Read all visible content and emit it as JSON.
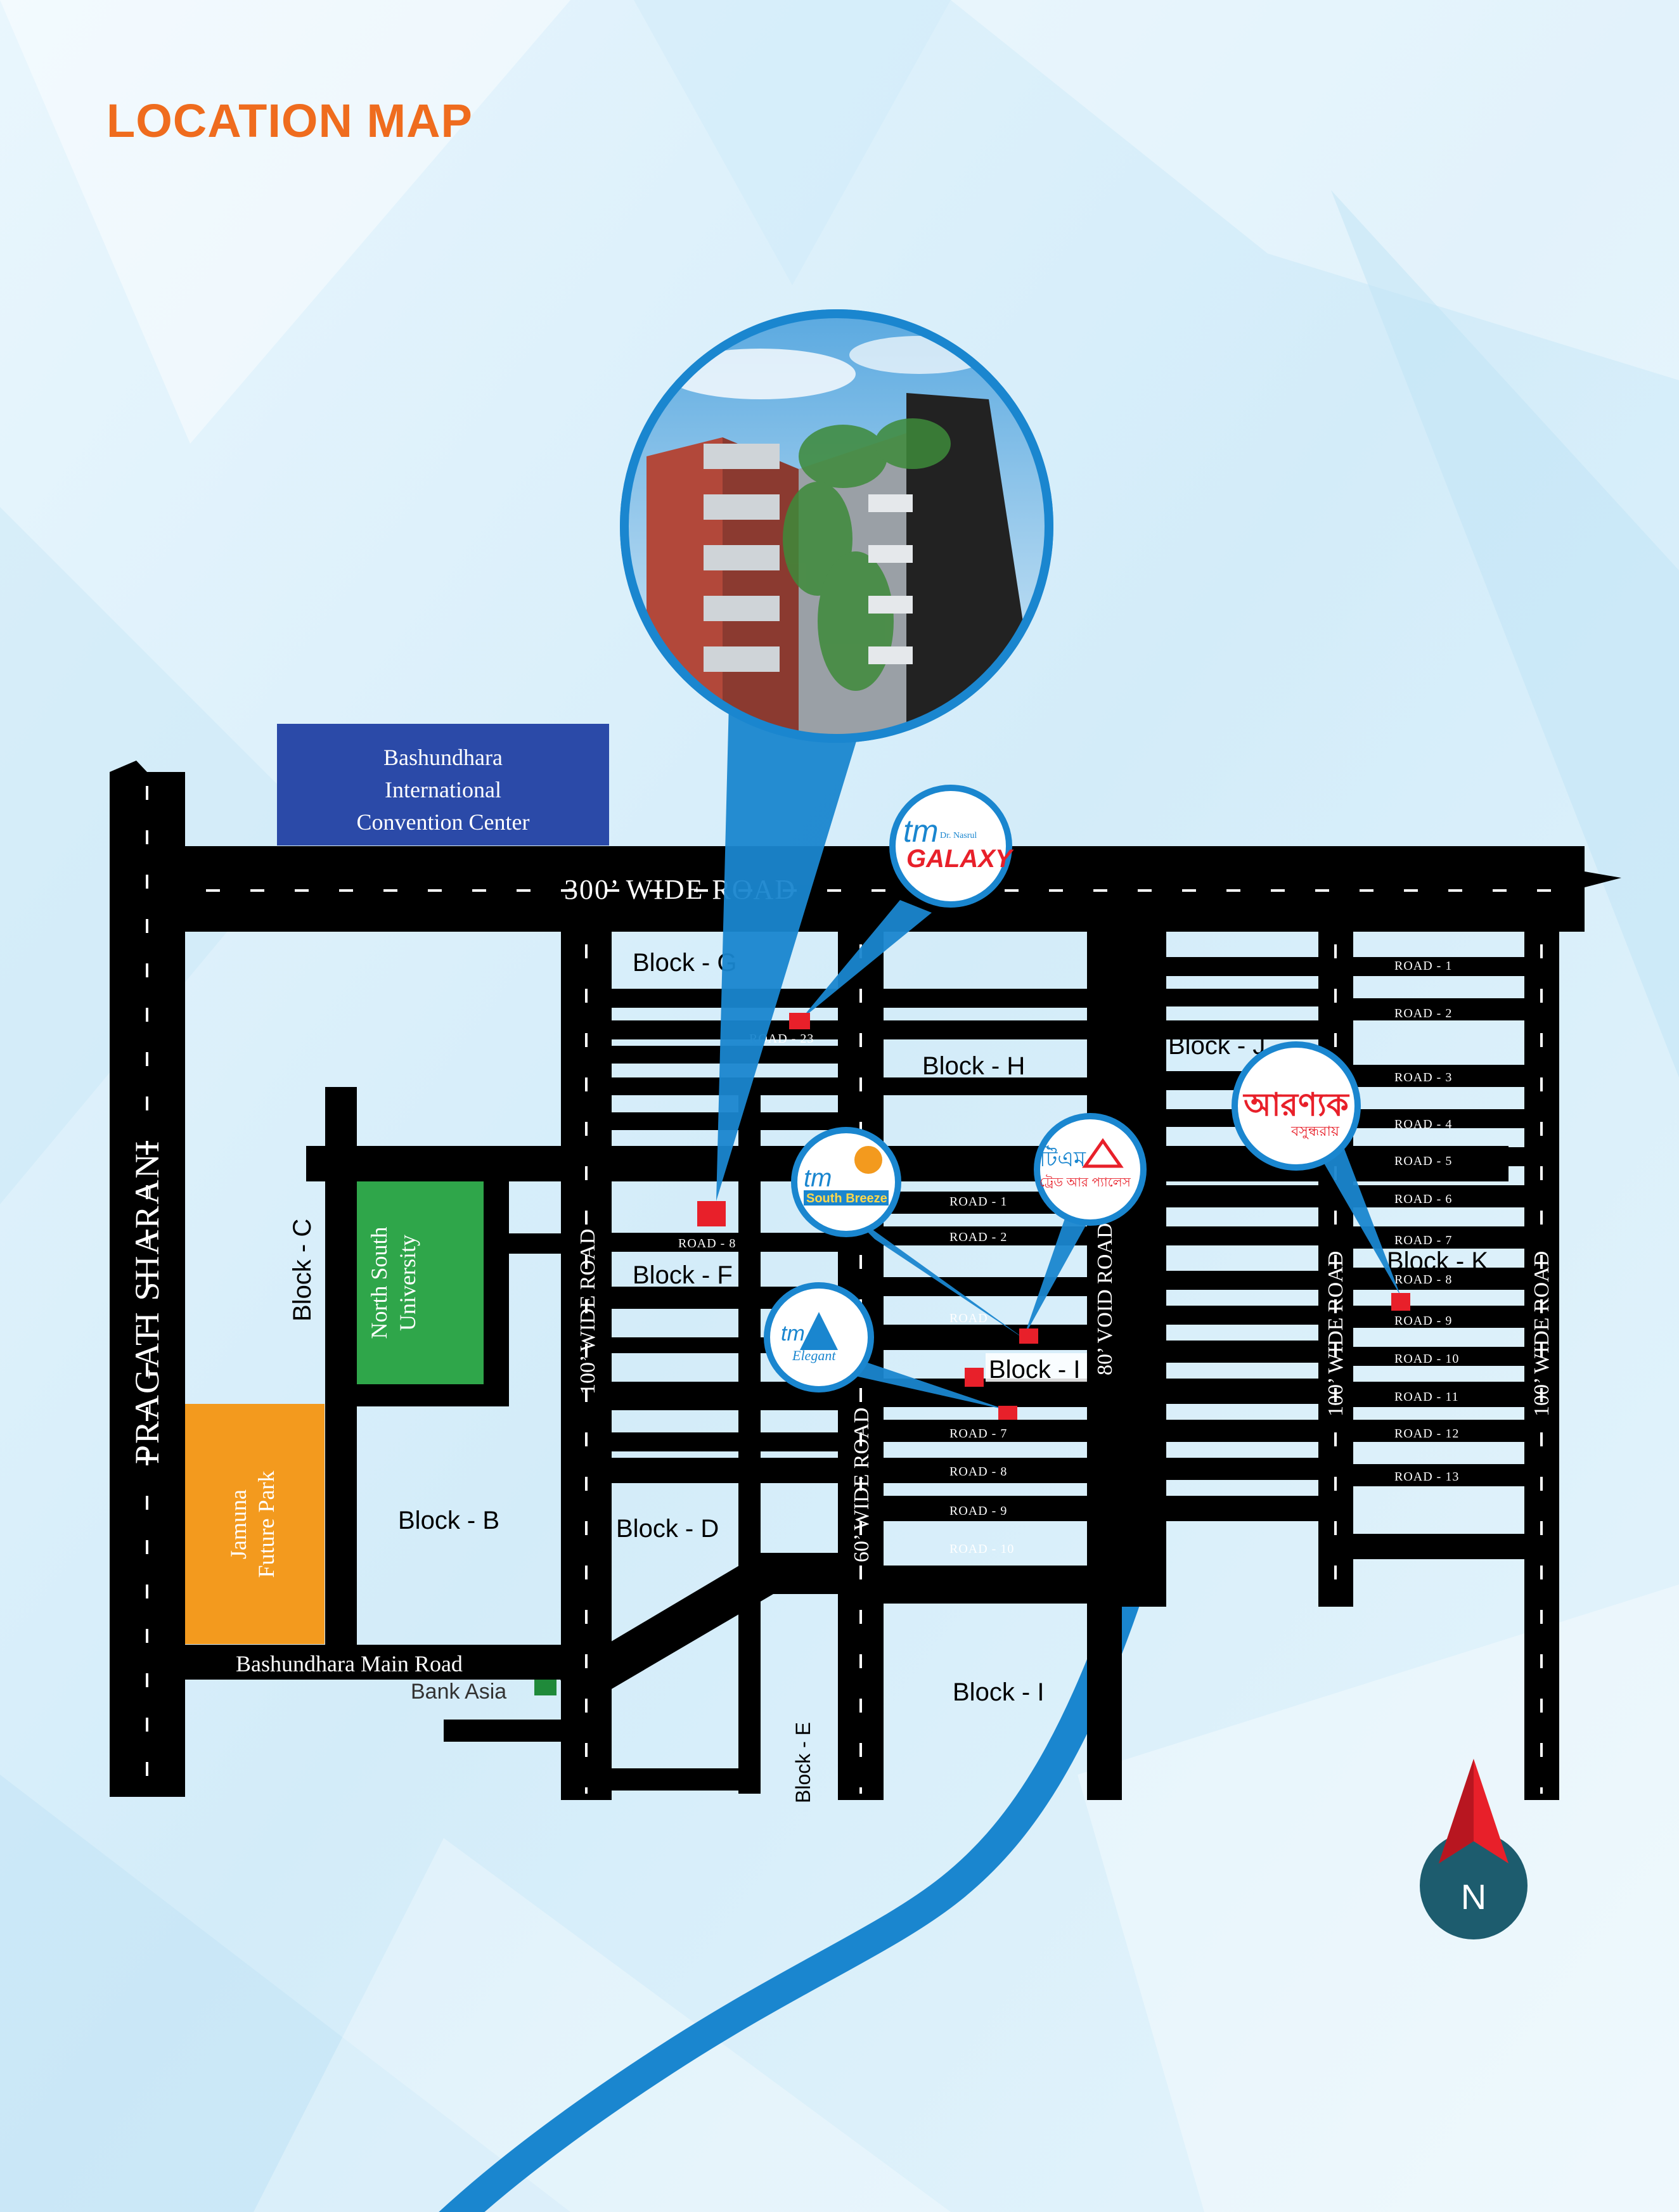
{
  "page": {
    "title": "LOCATION MAP"
  },
  "colors": {
    "title": "#ef6c1e",
    "road": "#000000",
    "accent_blue": "#1a86cf",
    "river": "#1a86cf",
    "marker": "#e8202a",
    "convention_center": "#2b4aa8",
    "north_south_university": "#2fa64a",
    "jamuna_future_park": "#f39a1e",
    "bank_asia": "#1f8a3a"
  },
  "roads": {
    "main_horizontal": "300’  WIDE  ROAD",
    "pragati_sharani": "PRAGATI SHARANI",
    "road_100_left": "100’  WIDE ROAD",
    "road_60": "60’  WIDE ROAD",
    "road_80": "80’  VOID ROAD",
    "road_100_mid": "100’  WIDE ROAD",
    "road_100_right": "100’  WIDE ROAD",
    "bashundhara_main": "Bashundhara Main Road"
  },
  "blocks": {
    "b": "Block - B",
    "c": "Block - C",
    "d": "Block - D",
    "e": "Block - E",
    "f": "Block - F",
    "g": "Block - G",
    "h": "Block - H",
    "i_lower": "Block - I",
    "i_upper": "Block - I",
    "j": "Block - J",
    "k": "Block - K"
  },
  "landmarks": {
    "convention_center": [
      "Bashundhara",
      "International",
      "Convention Center"
    ],
    "north_south_university": [
      "North South",
      "University"
    ],
    "jamuna_future_park": [
      "Jamuna",
      "Future Park"
    ],
    "bank_asia": "Bank Asia"
  },
  "road_labels": {
    "g_road": "ROAD - 23",
    "f_road": "ROAD - 8",
    "i_roads": [
      "ROAD - 1",
      "ROAD - 2",
      "ROAD",
      "ROAD - 7",
      "ROAD - 8",
      "ROAD - 9",
      "ROAD - 10"
    ],
    "k_roads": [
      "ROAD - 1",
      "ROAD - 2",
      "ROAD - 3",
      "ROAD - 4",
      "ROAD - 5",
      "ROAD - 6",
      "ROAD - 7",
      "ROAD - 8",
      "ROAD - 9",
      "ROAD - 10",
      "ROAD - 11",
      "ROAD - 12",
      "ROAD - 13"
    ]
  },
  "projects": {
    "galaxy": {
      "brand": "tm",
      "tag": "Dr. Nasrul",
      "name": "GALAXY"
    },
    "south_breeze": {
      "brand": "tm",
      "name": "South Breeze"
    },
    "trade_palace": {
      "line1": "টিএম",
      "line2": "ট্রেড আর প্যালেস"
    },
    "elegant": {
      "brand": "tm",
      "name": "Elegant"
    },
    "aranyak": {
      "line1": "আরণ্যক",
      "line2": "বসুন্ধরায়"
    }
  },
  "compass": {
    "label": "N"
  }
}
